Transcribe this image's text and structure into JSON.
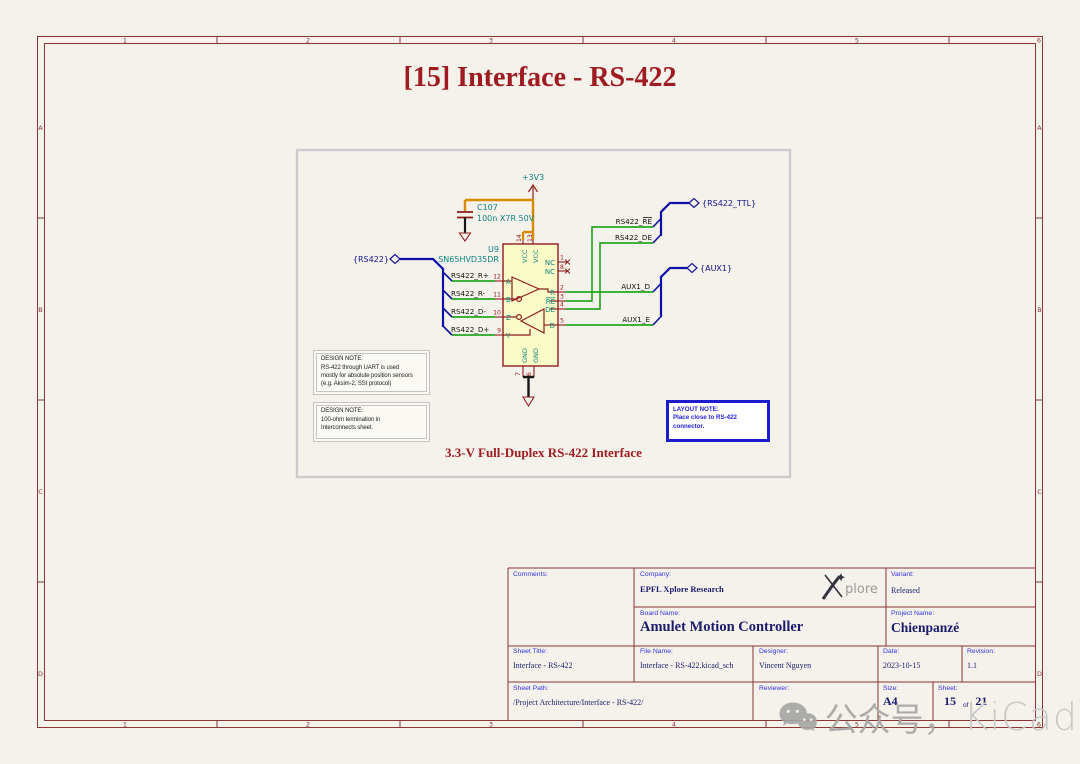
{
  "colors": {
    "page_bg": "#f4f2eb",
    "frame": "#8a3734",
    "title_red": "#9e1b21",
    "value_navy": "#1b1b6b",
    "label_blue": "#3333dd",
    "layout_note_blue": "#1c1ccd",
    "wire_green": "#009b00",
    "bus_navy": "#0e0ea8",
    "power_orange": "#d88a00",
    "symbol_red": "#901d1d",
    "field_teal": "#108080",
    "ic_fill": "#fbfbc8",
    "container_gray": "#cbcbcb"
  },
  "sheet": {
    "columns": [
      "1",
      "2",
      "3",
      "4",
      "5",
      "6"
    ],
    "rows": [
      "A",
      "B",
      "C",
      "D"
    ]
  },
  "title": "[15] Interface - RS-422",
  "caption": "3.3-V Full-Duplex RS-422 Interface",
  "schematic": {
    "power_net": "+3V3",
    "capacitor": {
      "ref": "C107",
      "value": "100n X7R 50V"
    },
    "ic": {
      "ref": "U9",
      "value": "SN65HVD35DR",
      "pins": {
        "top": [
          {
            "num": "14",
            "name": "VCC"
          },
          {
            "num": "13",
            "name": "VCC"
          }
        ],
        "bottom": [
          {
            "num": "7",
            "name": "GND"
          },
          {
            "num": "6",
            "name": "GND"
          }
        ],
        "left": [
          {
            "num": "12",
            "name": "A"
          },
          {
            "num": "11",
            "name": "B"
          },
          {
            "num": "10",
            "name": "Z"
          },
          {
            "num": "9",
            "name": "Y"
          }
        ],
        "right": [
          {
            "num": "1",
            "name": "NC"
          },
          {
            "num": "8",
            "name": "NC"
          },
          {
            "num": "2",
            "name": "R"
          },
          {
            "num": "3",
            "name": "RE"
          },
          {
            "num": "4",
            "name": "DE"
          },
          {
            "num": "5",
            "name": "D"
          }
        ]
      }
    },
    "nets": {
      "left": [
        "RS422_R+",
        "RS422_R-",
        "RS422_D-",
        "RS422_D+"
      ],
      "right_top": [
        "RS422_RE",
        "RS422_DE"
      ],
      "right_bottom": [
        "AUX1_D",
        "AUX1_E"
      ]
    },
    "hierarchical_labels": {
      "left": "{RS422}",
      "top_right": "{RS422_TTL}",
      "bottom_right": "{AUX1}"
    }
  },
  "notes": {
    "design1": {
      "title": "DESIGN NOTE:",
      "lines": [
        "RS-422 through UART is used",
        "mostly for absolute position sensors",
        "(e.g. Aksim-2, SSI protocol)"
      ]
    },
    "design2": {
      "title": "DESIGN NOTE:",
      "lines": [
        "100-ohm termination in",
        "Interconnects sheet."
      ]
    },
    "layout": {
      "title": "LAYOUT NOTE:",
      "lines": [
        "Place close to RS-422",
        "connector."
      ]
    }
  },
  "title_block": {
    "comments_label": "Comments:",
    "company_label": "Company:",
    "company": "EPFL Xplore Research",
    "logo_text": "plore",
    "variant_label": "Variant:",
    "variant": "Released",
    "board_label": "Board Name:",
    "board": "Amulet Motion Controller",
    "project_label": "Project Name:",
    "project": "Chienpanzé",
    "sheet_title_label": "Sheet Title:",
    "sheet_title": "Interface - RS-422",
    "file_label": "File Name:",
    "file": "Interface - RS-422.kicad_sch",
    "designer_label": "Designer:",
    "designer": "Vincent Nguyen",
    "date_label": "Date:",
    "date": "2023-10-15",
    "revision_label": "Revision:",
    "revision": "1.1",
    "sheet_path_label": "Sheet Path:",
    "sheet_path": "/Project Architecture/Interface - RS-422/",
    "reviewer_label": "Reviewer:",
    "size_label": "Size:",
    "size": "A4",
    "sheet_label": "Sheet:",
    "sheet_number": "15",
    "of": "of",
    "sheet_total": "21"
  },
  "watermark": {
    "icon": "wechat-icon",
    "text": "公众号",
    "separator": "，",
    "brand": "KiCad"
  }
}
